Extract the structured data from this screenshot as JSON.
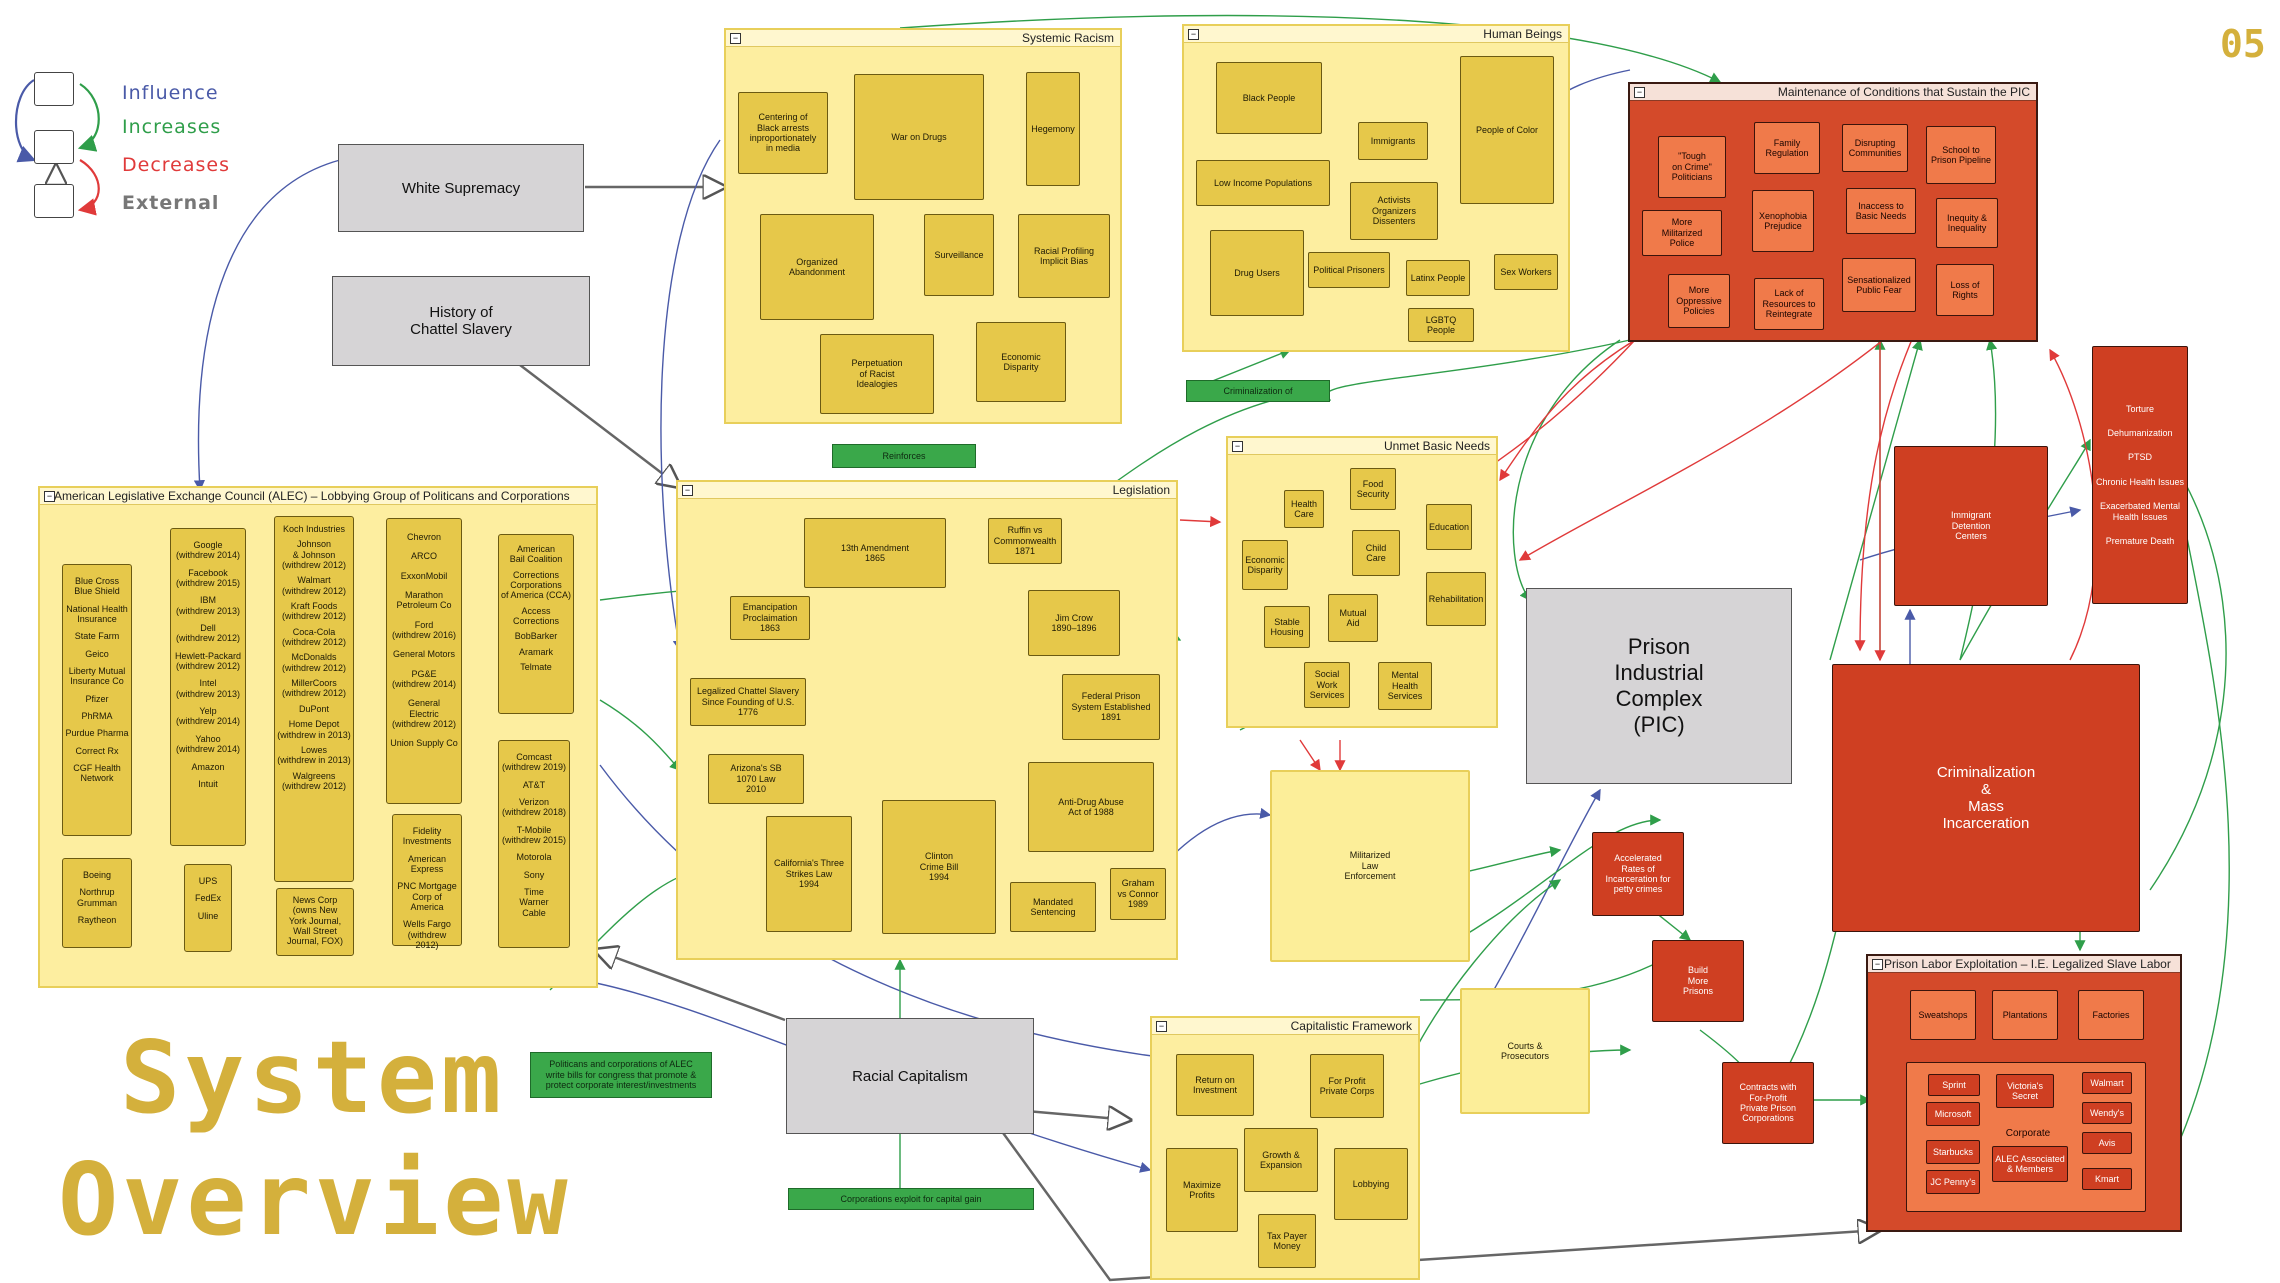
{
  "page_number": "05",
  "title_line1": "System",
  "title_line2": "Overview",
  "legend": {
    "influence": "Influence",
    "increases": "Increases",
    "decreases": "Decreases",
    "external": "External",
    "colors": {
      "influence": "#4a5aa8",
      "increases": "#2f9e4a",
      "decreases": "#e03a3a",
      "external": "#777777"
    }
  },
  "external_factors": {
    "white_supremacy": "White Supremacy",
    "chattel_slavery": "History of\nChattel Slavery",
    "racial_capitalism": "Racial Capitalism",
    "pic": "Prison\nIndustrial\nComplex\n(PIC)"
  },
  "systemic_racism": {
    "title": "Systemic Racism",
    "nodes": {
      "media": "Centering of\nBlack arrests\ninproportionately\nin media",
      "war_on_drugs": "War on Drugs",
      "hegemony": "Hegemony",
      "organized_abandonment": "Organized\nAbandonment",
      "surveillance": "Surveillance",
      "racial_profiling": "Racial Profiling\nImplicit Bias",
      "perpetuation": "Perpetuation\nof Racist\nIdealogies",
      "economic_disparity": "Economic\nDisparity"
    }
  },
  "human_beings": {
    "title": "Human Beings",
    "nodes": {
      "black_people": "Black People",
      "people_of_color": "People of Color",
      "immigrants": "Immigrants",
      "low_income": "Low Income Populations",
      "activists": "Activists\nOrganizers\nDissenters",
      "drug_users": "Drug Users",
      "political_prisoners": "Political Prisoners",
      "latinx": "Latinx People",
      "sex_workers": "Sex Workers",
      "lgbtq": "LGBTQ People"
    }
  },
  "maintenance": {
    "title": "Maintenance of Conditions that Sustain the PIC",
    "nodes": {
      "tough_on_crime": "\"Tough\non Crime\"\nPoliticians",
      "family_regulation": "Family\nRegulation",
      "disrupting_communities": "Disrupting\nCommunities",
      "school_to_prison": "School to\nPrison Pipeline",
      "militarized_police": "More\nMilitarized\nPolice",
      "xenophobia": "Xenophobia\nPrejudice",
      "inaccess": "Inaccess to\nBasic Needs",
      "inequity": "Inequity &\nInequality",
      "oppressive_policies": "More\nOppressive\nPolicies",
      "lack_resources": "Lack of\nResources to\nReintegrate",
      "sensationalized": "Sensationalized\nPublic Fear",
      "loss_of_rights": "Loss of\nRights"
    }
  },
  "harms": [
    "Torture",
    "Dehumanization",
    "PTSD",
    "Chronic Health Issues",
    "Exacerbated Mental\nHealth Issues",
    "Premature Death"
  ],
  "immigrant_detention": "Immigrant\nDetention\nCenters",
  "criminalization_mass": "Criminalization\n&\nMass\nIncarceration",
  "accelerated_rates": "Accelerated\nRates of\nIncarceration for\npetty crimes",
  "build_prisons": "Build\nMore\nPrisons",
  "contracts": "Contracts with\nFor-Profit\nPrivate Prison\nCorporations",
  "prison_labor": {
    "title": "Prison Labor Exploitation – I.E. Legalized Slave Labor",
    "sweatshops": "Sweatshops",
    "plantations": "Plantations",
    "factories": "Factories",
    "corporate": "Corporate",
    "corps": [
      "Sprint",
      "Victoria's\nSecret",
      "Walmart",
      "Microsoft",
      "Wendy's",
      "Avis",
      "Starbucks",
      "ALEC Associated\n& Members",
      "JC Penny's",
      "Kmart"
    ]
  },
  "legislation": {
    "title": "Legislation",
    "nodes": {
      "thirteenth": "13th Amendment\n1865",
      "ruffin": "Ruffin vs\nCommonwealth\n1871",
      "emancipation": "Emancipation\nProclaimation\n1863",
      "jim_crow": "Jim Crow\n1890–1896",
      "legalized_chattel": "Legalized Chattel Slavery\nSince Founding of U.S.\n1776",
      "federal_prison": "Federal Prison\nSystem Established\n1891",
      "arizona": "Arizona's SB\n1070 Law\n2010",
      "anti_drug": "Anti-Drug Abuse\nAct of 1988",
      "california": "California's Three\nStrikes Law\n1994",
      "clinton": "Clinton\nCrime Bill\n1994",
      "mandated": "Mandated\nSentencing",
      "graham": "Graham\nvs Connor\n1989"
    }
  },
  "unmet_needs": {
    "title": "Unmet Basic Needs",
    "nodes": {
      "health_care": "Health\nCare",
      "food_security": "Food\nSecurity",
      "education": "Education",
      "economic_disparity": "Economic\nDisparity",
      "child_care": "Child Care",
      "rehabilitation": "Rehabilitation",
      "stable_housing": "Stable\nHousing",
      "mutual_aid": "Mutual\nAid",
      "social_work": "Social\nWork\nServices",
      "mental_health": "Mental\nHealth\nServices"
    }
  },
  "militarized_law": "Militarized\nLaw\nEnforcement",
  "courts": "Courts &\nProsecutors",
  "capitalistic": {
    "title": "Capitalistic Framework",
    "nodes": {
      "return_on_investment": "Return on\nInvestment",
      "for_profit": "For Profit\nPrivate Corps",
      "growth": "Growth &\nExpansion",
      "maximize": "Maximize\nProfits",
      "lobbying": "Lobbying",
      "tax_payer": "Tax Payer\nMoney"
    }
  },
  "green_labels": {
    "criminalization_of": "Criminalization of",
    "reinforces": "Reinforces",
    "alec_bills": "Politicans and corporations of ALEC\nwrite bills for congress that promote &\nprotect corporate interest/investments",
    "corporations_exploit": "Corporations exploit for capital gain"
  },
  "alec": {
    "title": "American Legislative Exchange Council (ALEC) – Lobbying Group of Politicans and Corporations",
    "col1": [
      "Blue Cross\nBlue Shield",
      "National Health\nInsurance",
      "State Farm",
      "Geico",
      "Liberty Mutual\nInsurance Co",
      "Pfizer",
      "PhRMA",
      "Purdue Pharma",
      "Correct Rx",
      "CGF Health\nNetwork"
    ],
    "col1b": [
      "Boeing",
      "Northrup\nGrumman",
      "Raytheon"
    ],
    "col2": [
      "Google\n(withdrew 2014)",
      "Facebook\n(withdrew 2015)",
      "IBM\n(withdrew 2013)",
      "Dell\n(withdrew 2012)",
      "Hewlett-Packard\n(withdrew 2012)",
      "Intel\n(withdrew 2013)",
      "Yelp\n(withdrew 2014)",
      "Yahoo\n(withdrew 2014)",
      "Amazon",
      "Intuit"
    ],
    "col2b": [
      "UPS",
      "FedEx",
      "Uline"
    ],
    "col3": [
      "Koch Industries",
      "Johnson\n& Johnson\n(withdrew 2012)",
      "Walmart\n(withdrew 2012)",
      "Kraft Foods\n(withdrew 2012)",
      "Coca-Cola\n(withdrew 2012)",
      "McDonalds\n(withdrew 2012)",
      "MillerCoors\n(withdrew 2012)",
      "DuPont",
      "Home Depot\n(withdrew in 2013)",
      "Lowes\n(withdrew in 2013)",
      "Walgreens\n(withdrew 2012)"
    ],
    "col3b": [
      "News Corp\n(owns New\nYork Journal,\nWall Street\nJournal, FOX)"
    ],
    "col4": [
      "Chevron",
      "ARCO",
      "ExxonMobil",
      "Marathon\nPetroleum Co",
      "Ford\n(withdrew 2016)",
      "General Motors",
      "PG&E\n(withdrew 2014)",
      "General\nElectric\n(withdrew 2012)",
      "Union Supply Co"
    ],
    "col4b": [
      "Fidelity\nInvestments",
      "American\nExpress",
      "PNC Mortgage\nCorp of America",
      "Wells Fargo\n(withdrew 2012)"
    ],
    "col5": [
      "American\nBail Coalition",
      "Corrections\nCorporations\nof America (CCA)",
      "Access\nCorrections",
      "BobBarker",
      "Aramark",
      "Telmate"
    ],
    "col5b": [
      "Comcast\n(withdrew 2019)",
      "AT&T",
      "Verizon\n(withdrew 2018)",
      "T-Mobile\n(withdrew 2015)",
      "Motorola",
      "Sony",
      "Time\nWarner\nCable"
    ]
  }
}
